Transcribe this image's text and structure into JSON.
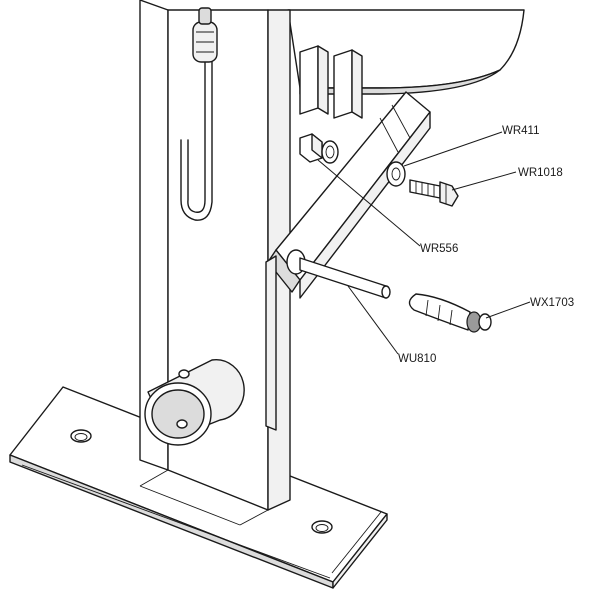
{
  "parts": [
    {
      "id": "WR411",
      "label": "WR411"
    },
    {
      "id": "WR1018",
      "label": "WR1018"
    },
    {
      "id": "WR556",
      "label": "WR556"
    },
    {
      "id": "WX1703",
      "label": "WX1703"
    },
    {
      "id": "WU810",
      "label": "WU810"
    }
  ]
}
